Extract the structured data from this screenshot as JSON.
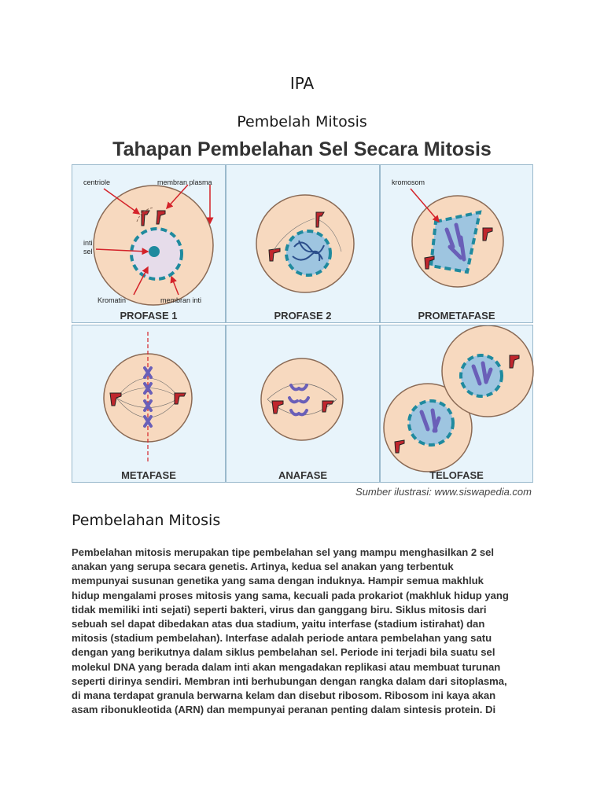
{
  "header": {
    "title": "IPA",
    "subtitle": "Pembelah Mitosis"
  },
  "figure": {
    "title": "Tahapan Pembelahan Sel Secara Mitosis",
    "panels": [
      {
        "label": "PROFASE 1"
      },
      {
        "label": "PROFASE 2"
      },
      {
        "label": "PROMETAFASE"
      },
      {
        "label": "METAFASE"
      },
      {
        "label": "ANAFASE"
      },
      {
        "label": "TELOFASE"
      }
    ],
    "callouts": {
      "centriole": "centriole",
      "membran_plasma": "membran plasma",
      "inti_sel": "inti\nsel",
      "kromatin": "Kromatin",
      "membran_inti": "membran inti",
      "kromosom": "kromosom"
    },
    "credit": "Sumber ilustrasi: www.siswapedia.com"
  },
  "section": {
    "heading": "Pembelahan Mitosis",
    "lines": [
      "Pembelahan mitosis merupakan tipe pembelahan sel yang mampu menghasilkan 2 sel",
      "anakan yang serupa secara genetis. Artinya, kedua sel anakan yang terbentuk",
      "mempunyai susunan genetika yang sama dengan induknya. Hampir semua makhluk",
      "hidup mengalami proses mitosis yang sama, kecuali pada prokariot (makhluk hidup yang",
      "tidak memiliki inti sejati) seperti bakteri, virus dan ganggang biru. Siklus mitosis dari",
      "sebuah sel dapat dibedakan atas dua stadium, yaitu interfase (stadium istirahat) dan",
      "mitosis (stadium pembelahan). Interfase adalah periode antara pembelahan yang satu",
      "dengan yang berikutnya dalam siklus pembelahan sel. Periode ini terjadi bila suatu sel",
      "molekul DNA yang berada dalam inti akan mengadakan replikasi atau membuat turunan",
      "seperti dirinya sendiri. Membran inti berhubungan dengan rangka dalam dari sitoplasma,",
      "di mana terdapat granula berwarna kelam dan disebut ribosom. Ribosom ini kaya akan",
      "asam ribonukleotida (ARN) dan mempunyai peranan penting dalam sintesis protein. Di"
    ]
  },
  "colors": {
    "panel_bg": "#e8f4fb",
    "cell_fill": "#f7d9bf",
    "nucleus_border": "#1f8a9e",
    "centriole": "#c0262d",
    "chromosome": "#6a5fb8",
    "arrow": "#d4232a"
  }
}
